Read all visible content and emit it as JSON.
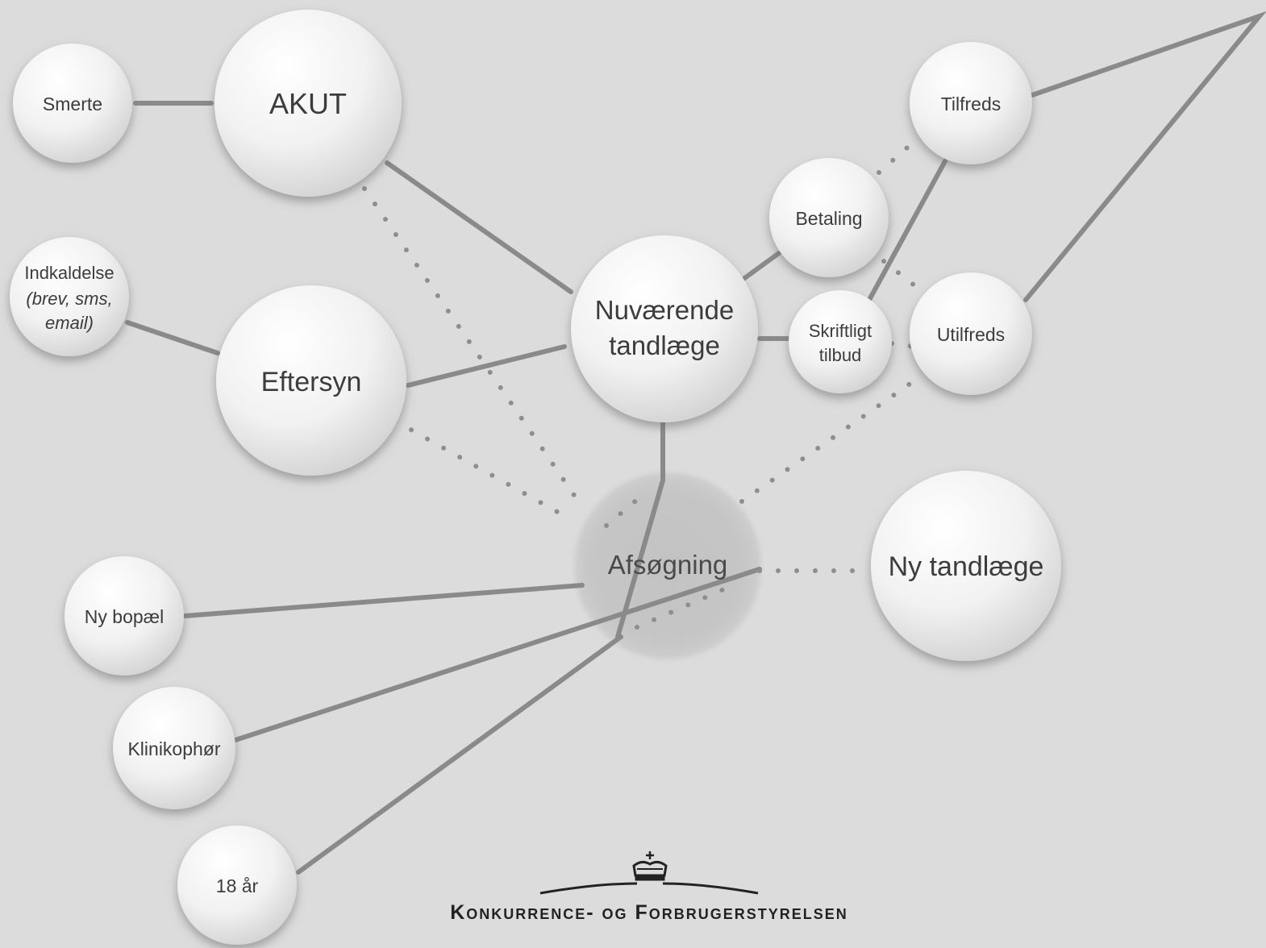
{
  "nodes": {
    "smerte": {
      "label": "Smerte"
    },
    "akut": {
      "label": "AKUT"
    },
    "indkaldelse": {
      "label": "Indkaldelse",
      "sub1": "(brev, sms,",
      "sub2": "email)"
    },
    "eftersyn": {
      "label": "Eftersyn"
    },
    "nuvaerende": {
      "line1": "Nuværende",
      "line2": "tandlæge"
    },
    "betaling": {
      "label": "Betaling"
    },
    "skriftligt": {
      "line1": "Skriftligt",
      "line2": "tilbud"
    },
    "tilfreds": {
      "label": "Tilfreds"
    },
    "utilfreds": {
      "label": "Utilfreds"
    },
    "afsogning": {
      "label": "Afsøgning"
    },
    "ny_tandlaege": {
      "label": "Ny tandlæge"
    },
    "ny_bopael": {
      "label": "Ny bopæl"
    },
    "klinikophor": {
      "label": "Klinikophør"
    },
    "atten_aar": {
      "label": "18 år"
    }
  },
  "logo": {
    "text": "Konkurrence- og Forbrugerstyrelsen"
  },
  "colors": {
    "background": "#dcdcdc",
    "edge": "#8a8a8a",
    "node_fill": "#f2f2f2",
    "afsogning_fill": "#c4c4c4"
  }
}
